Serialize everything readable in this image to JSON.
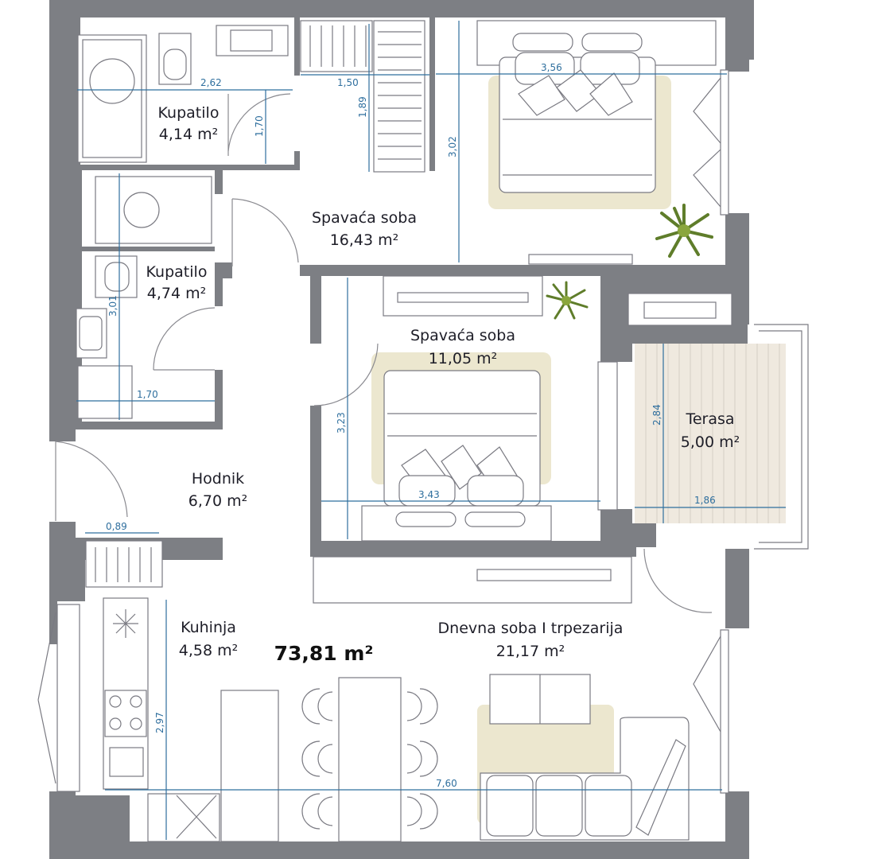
{
  "total_area": "73,81 m²",
  "rooms": {
    "bathroom1": {
      "name": "Kupatilo",
      "area": "4,14 m²"
    },
    "bedroom1": {
      "name": "Spavaća soba",
      "area": "16,43 m²"
    },
    "bathroom2": {
      "name": "Kupatilo",
      "area": "4,74 m²"
    },
    "bedroom2": {
      "name": "Spavaća soba",
      "area": "11,05 m²"
    },
    "terrace": {
      "name": "Terasa",
      "area": "5,00 m²"
    },
    "hallway": {
      "name": "Hodnik",
      "area": "6,70 m²"
    },
    "kitchen": {
      "name": "Kuhinja",
      "area": "4,58 m²"
    },
    "living": {
      "name": "Dnevna soba I trpezarija",
      "area": "21,17 m²"
    }
  },
  "dimensions": {
    "bath1_width": "2,62",
    "bath1_height": "1,70",
    "closet_width": "1,50",
    "closet_height": "1,89",
    "bed1_height": "3,02",
    "bed1_width": "3,56",
    "bath2_height": "3,01",
    "bath2_width": "1,70",
    "bed2_height": "3,23",
    "bed2_width": "3,43",
    "terrace_height": "2,84",
    "terrace_width": "1,86",
    "hall_width": "0,89",
    "kitchen_height": "2,97",
    "living_width": "7,60"
  }
}
